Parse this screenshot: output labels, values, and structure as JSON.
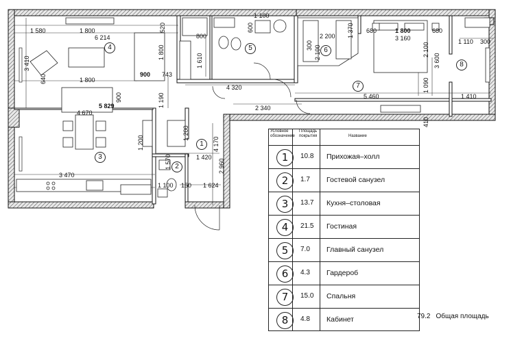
{
  "plan_labels": {
    "d1": "1 580",
    "d2": "1 800",
    "d3": "6 214",
    "d4": "520",
    "d5": "1 800",
    "d6": "900",
    "d7": "743",
    "d8": "3 410",
    "d9": "1 800",
    "d10": "640",
    "d11": "900",
    "d12": "5 829",
    "d13": "1 190",
    "d14": "3 470",
    "d15": "4 670",
    "d16": "1 200",
    "d17": "1 200",
    "d18": "1 570",
    "d19": "1 100",
    "d20": "150",
    "d21": "1 624",
    "d22": "1 420",
    "d23": "4 170",
    "d24": "2 960",
    "d25": "1 100",
    "d26": "800",
    "d27": "600",
    "d28": "1 610",
    "d29": "4 320",
    "d30": "2 340",
    "d31": "2 200",
    "d32": "1 370",
    "d33": "300",
    "d34": "680",
    "d35": "1 800",
    "d36": "3 160",
    "d37": "680",
    "d38": "2 100",
    "d39": "1 110",
    "d40": "300",
    "d41": "3 600",
    "d42": "1 090",
    "d43": "5 460",
    "d44": "1 410",
    "d45": "410",
    "d46": "2 100"
  },
  "room_markers": [
    "1",
    "2",
    "3",
    "4",
    "5",
    "6",
    "7",
    "8"
  ],
  "legend": {
    "col_designation": "Условное обозначение",
    "col_area": "Площадь покрытия",
    "col_name": "Название",
    "rows": [
      {
        "marker": "1",
        "area": "10.8",
        "name": "Прихожая–холл"
      },
      {
        "marker": "2",
        "area": "1.7",
        "name": "Гостевой санузел"
      },
      {
        "marker": "3",
        "area": "13.7",
        "name": "Кухня–столовая"
      },
      {
        "marker": "4",
        "area": "21.5",
        "name": "Гостиная"
      },
      {
        "marker": "5",
        "area": "7.0",
        "name": "Главный санузел"
      },
      {
        "marker": "6",
        "area": "4.3",
        "name": "Гардероб"
      },
      {
        "marker": "7",
        "area": "15.0",
        "name": "Спальня"
      },
      {
        "marker": "8",
        "area": "4.8",
        "name": "Кабинет"
      }
    ],
    "total_value": "79.2",
    "total_label": "Общая площадь"
  }
}
